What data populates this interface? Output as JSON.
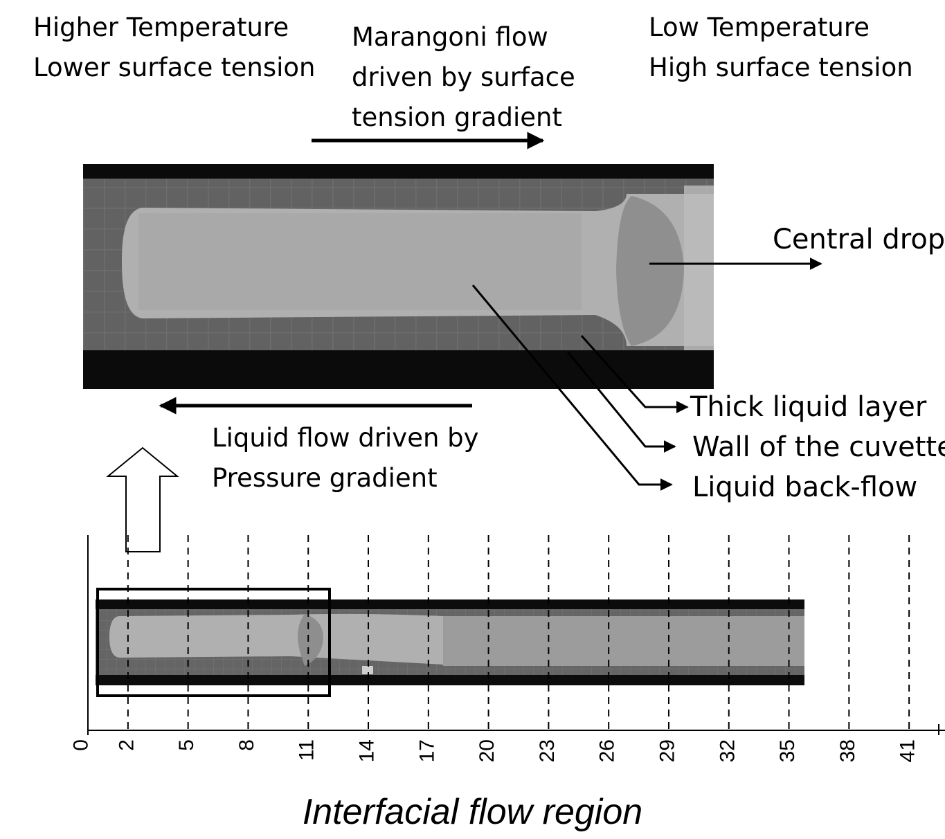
{
  "labels": {
    "hot_side": [
      "Higher Temperature",
      "Lower surface tension"
    ],
    "marangoni": [
      "Marangoni flow",
      "driven by surface",
      "tension gradient"
    ],
    "cold_side": [
      "Low Temperature",
      "High surface tension"
    ],
    "central_drop": "Central drop",
    "thick_layer": "Thick liquid layer",
    "wall": "Wall of the cuvette",
    "back_flow": "Liquid back-flow",
    "pressure_flow": [
      "Liquid flow driven by",
      "Pressure gradient"
    ]
  },
  "axis": {
    "ticks": [
      "0",
      "2",
      "5",
      "8",
      "11",
      "14",
      "17",
      "20",
      "23",
      "26",
      "29",
      "32",
      "35",
      "38",
      "41"
    ]
  },
  "caption": "Interfacial flow region",
  "colors": {
    "ink": "#000000",
    "dark_bg": "#0a0a0a",
    "liquid": "#a9a9a9"
  }
}
